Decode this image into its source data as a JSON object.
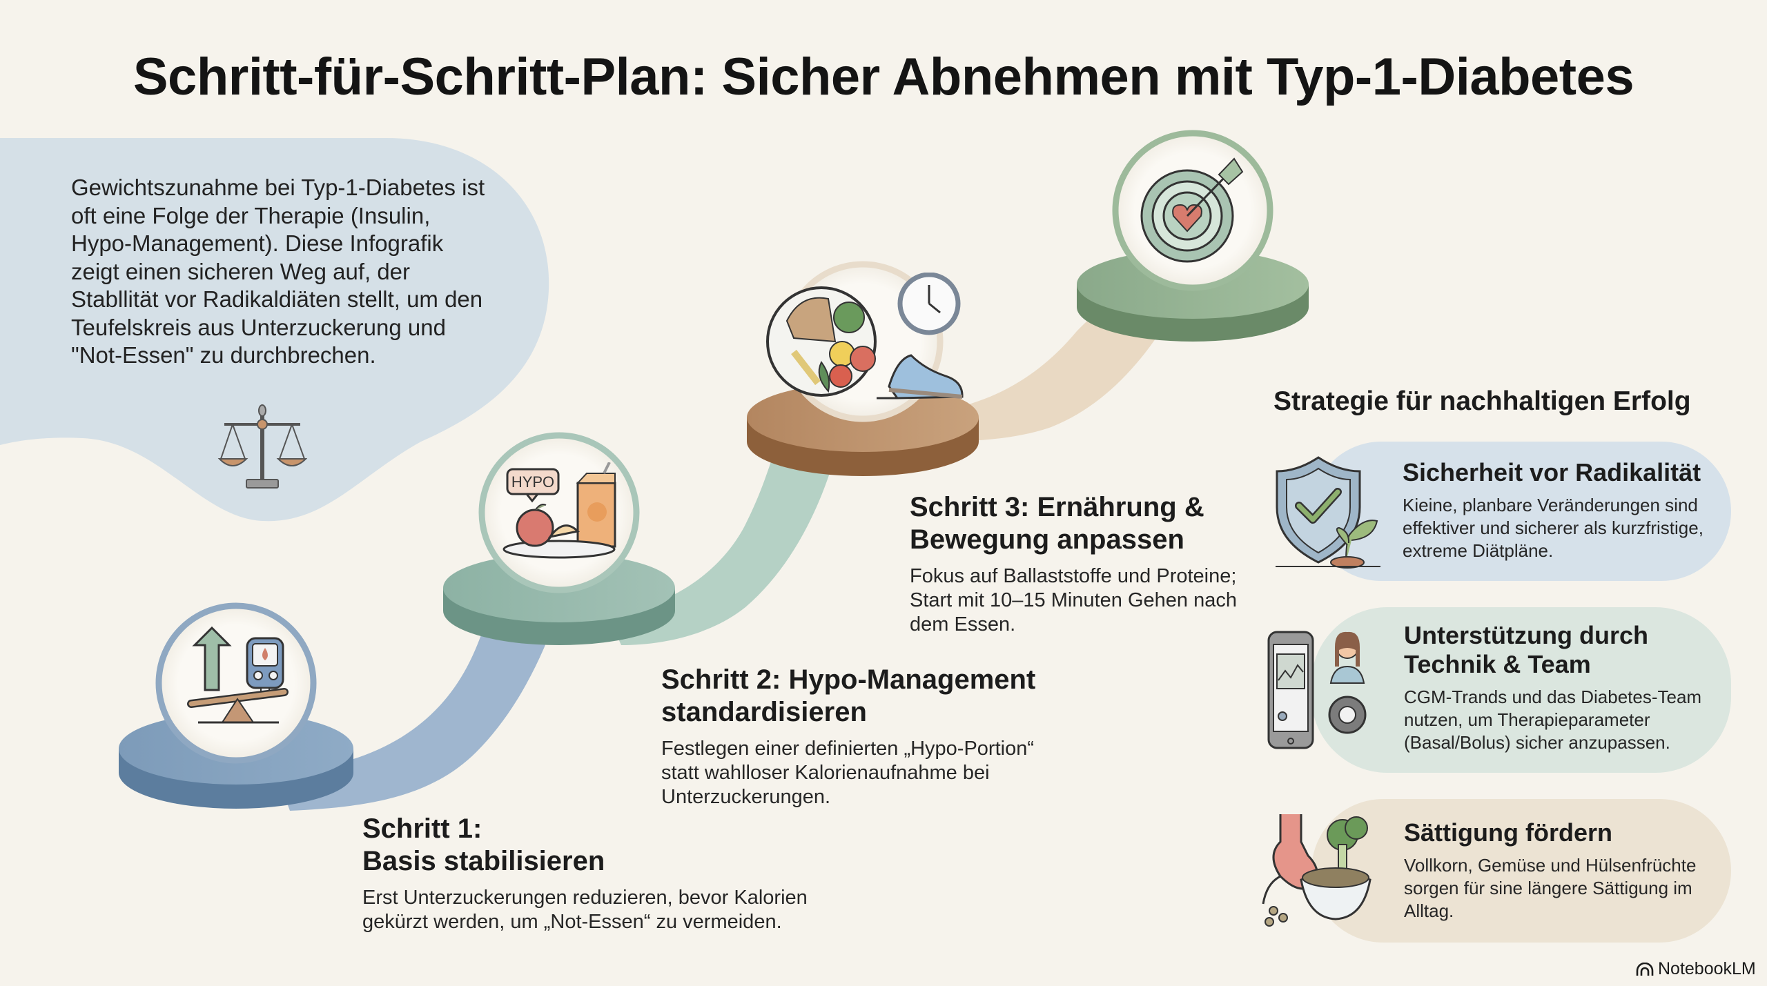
{
  "title": "Schritt-für-Schritt-Plan: Sicher Abnehmen mit Typ-1-Diabetes",
  "intro": {
    "text": "Gewichtszunahme bei Typ-1-Diabetes ist oft eine Folge der Therapie (Insulin, Hypo-Management). Diese Infografik zeigt einen sicheren Weg auf, der Stabllität vor Radikaldiäten stellt, um den Teufelskreis aus Unterzuckerung und \"Not-Essen\" zu durchbrechen.",
    "icon": "scale-balance-icon"
  },
  "steps": [
    {
      "title_line1": "Schritt 1:",
      "title_line2": "Basis stabilisieren",
      "description": "Erst Unterzuckerungen reduzieren, bevor Kalorien gekürzt werden, um „Not-Essen“ zu vermeiden.",
      "icon": "glucose-meter-seesaw-icon",
      "color": "#6f8fae"
    },
    {
      "title_line1": "Schritt 2: Hypo-Management",
      "title_line2": "standardisieren",
      "description": "Festlegen einer definierten „Hypo-Portion“ statt wahlloser Kalorienaufnahme bei Unterzuckerungen.",
      "icon": "hypo-snack-icon",
      "icon_label": "HYPO",
      "color": "#7fa596"
    },
    {
      "title_line1": "Schritt 3: Ernährung &",
      "title_line2": "Bewegung anpassen",
      "description": "Fokus auf Ballaststoffe und Proteine; Start mit 10–15 Minuten Gehen nach dem Essen.",
      "icon": "plate-clock-shoe-icon",
      "color": "#a5774f"
    },
    {
      "title_line1": "",
      "title_line2": "",
      "description": "",
      "icon": "target-heart-icon",
      "color": "#7e9e7d"
    }
  ],
  "strategy": {
    "heading": "Strategie für nachhaltigen Erfolg",
    "cards": [
      {
        "title": "Sicherheit vor Radikalität",
        "description": "Kieine, planbare Veränderungen sind effektiver und sicherer als kurzfristige, extreme Diätpläne.",
        "icon": "shield-check-plant-icon",
        "color": "#d6e1ea"
      },
      {
        "title_line1": "Unterstützung durch",
        "title_line2": "Technik & Team",
        "description": "CGM-Trands und das Diabetes-Team nutzen, um Therapieparameter (Basal/Bolus) sicher anzupassen.",
        "icon": "phone-doctor-gear-icon",
        "color": "#dbe6df"
      },
      {
        "title": "Sättigung fördern",
        "description": "Vollkorn, Gemüse und Hülsenfrüchte sorgen für sine längere Sättigung im Alltag.",
        "icon": "stomach-broccoli-bowl-icon",
        "color": "#ece3d3"
      }
    ]
  },
  "branding": {
    "label": "NotebookLM",
    "icon": "notebooklm-logo-icon"
  },
  "colors": {
    "background": "#f6f3ec",
    "intro_blob": "#d5e0e7",
    "step1": "#6f8fae",
    "step2": "#7fa596",
    "step3": "#a5774f",
    "step4": "#7e9e7d"
  }
}
